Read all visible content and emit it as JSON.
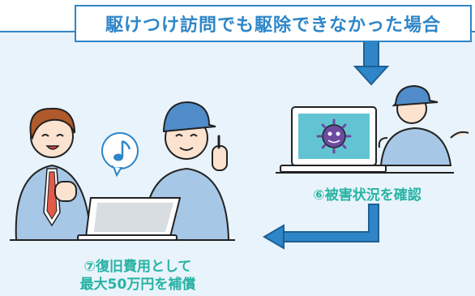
{
  "banner": {
    "text": "駆けつけ訪問でも駆除できなかった場合"
  },
  "steps": {
    "step6": {
      "text": "⑥被害状況を確認"
    },
    "step7": {
      "line1": "⑦復旧費用として",
      "line2": "最大50万円を補償"
    }
  },
  "colors": {
    "accent_blue": "#2e86c8",
    "caption_teal": "#27b3a4",
    "background": "#e9f3fb"
  },
  "icons": [
    "down-arrow-icon",
    "left-arrow-icon",
    "music-note-icon",
    "virus-icon"
  ]
}
